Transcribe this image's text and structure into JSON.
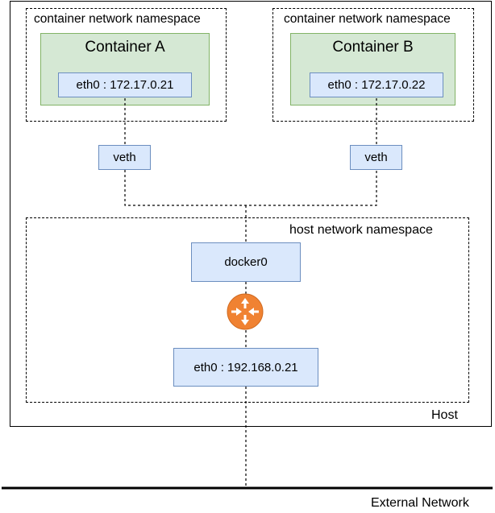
{
  "host": {
    "label": "Host"
  },
  "external_network": {
    "label": "External Network"
  },
  "container_a": {
    "namespace_label": "container network namespace",
    "title": "Container A",
    "interface": "eth0 : 172.17.0.21",
    "veth": "veth"
  },
  "container_b": {
    "namespace_label": "container network namespace",
    "title": "Container B",
    "interface": "eth0 : 172.17.0.22",
    "veth": "veth"
  },
  "host_namespace": {
    "label": "host network namespace",
    "bridge": "docker0",
    "router_icon": "router-icon",
    "interface": "eth0 : 192.168.0.21"
  },
  "colors": {
    "container_fill": "#d5e8d4",
    "container_stroke": "#82b366",
    "interface_fill": "#dae8fc",
    "interface_stroke": "#6c8ebf",
    "router_fill": "#f08232"
  }
}
